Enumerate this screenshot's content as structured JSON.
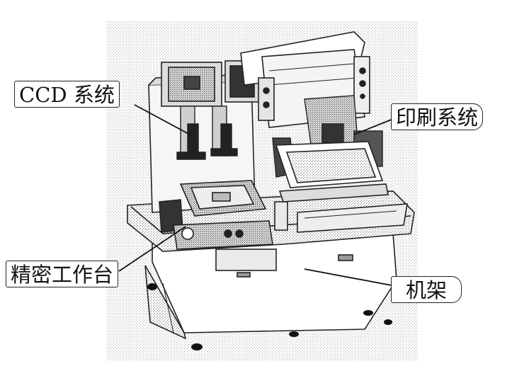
{
  "labels": {
    "ccd_system": "CCD 系统",
    "printing_system": "印刷系统",
    "precision_stage": "精密工作台",
    "frame": "机架"
  },
  "colors": {
    "line": "#222222",
    "hatch": "#8a8a8a",
    "panel": "#f2f2f2",
    "dark": "#333333",
    "background": "#ffffff"
  }
}
